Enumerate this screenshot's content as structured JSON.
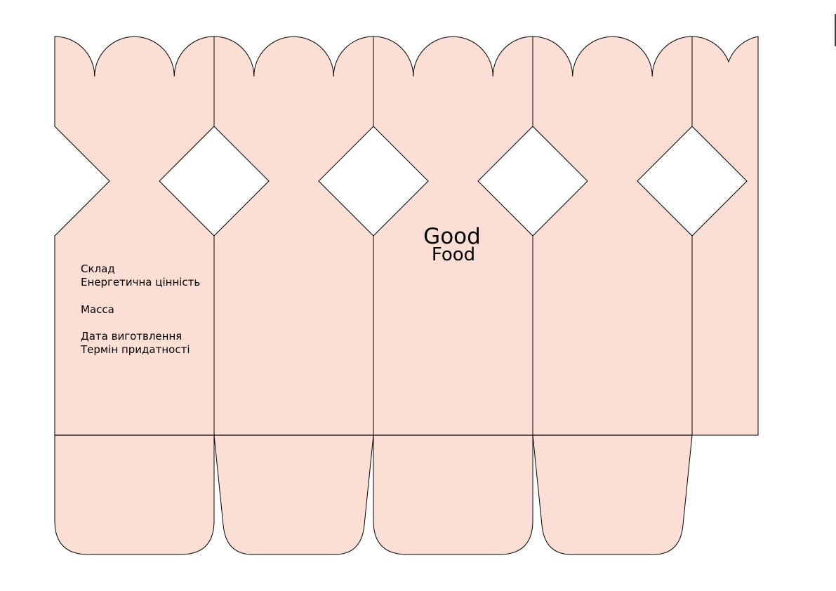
{
  "colors": {
    "panel_fill": "#fbdfd5",
    "outline": "#000000",
    "background": "#ffffff"
  },
  "info_label": {
    "composition": "Склад",
    "energy_value": "Енергетична цінність",
    "mass": "Масса",
    "production_date": "Дата виготвлення",
    "expiry": "Термін придатності"
  },
  "brand": {
    "line1": "Good",
    "line2": "Food"
  }
}
